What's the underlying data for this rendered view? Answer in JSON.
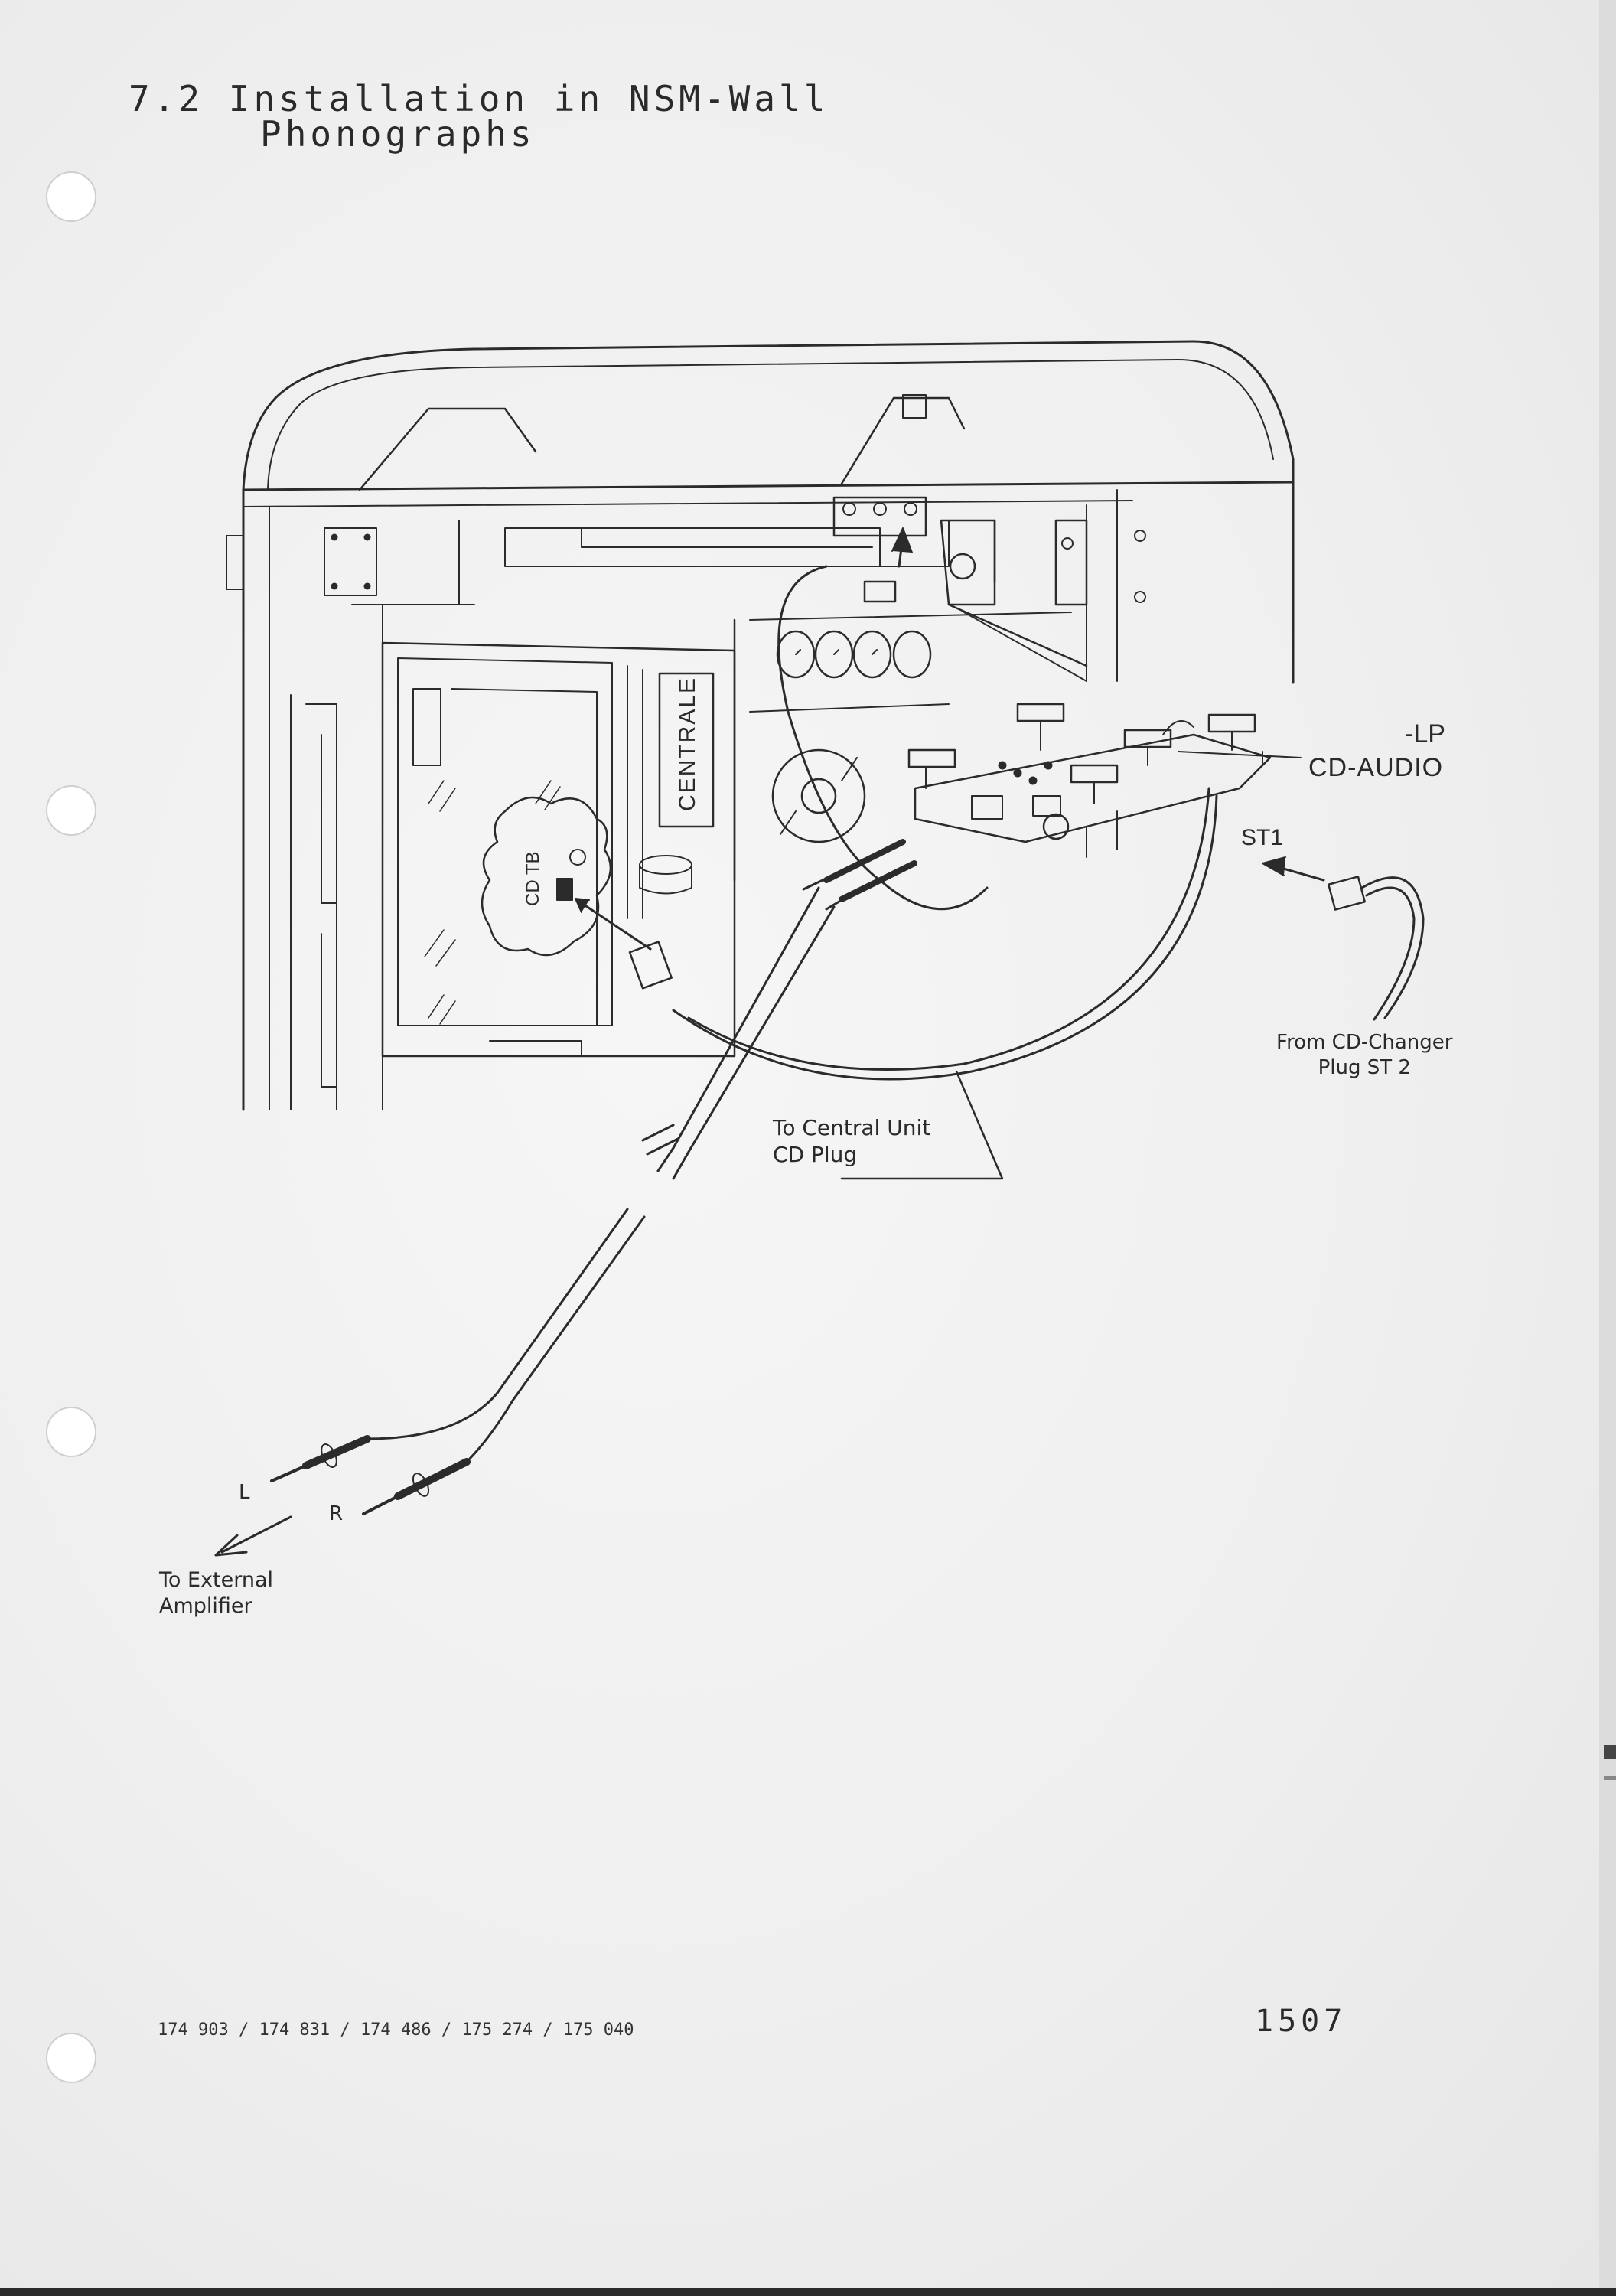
{
  "title": {
    "line1": "7.2 Installation in NSM-Wall",
    "line2": "Phonographs"
  },
  "diagram": {
    "labels": {
      "lp": "-LP",
      "cd_audio": "CD-AUDIO",
      "st1": "ST1",
      "from_changer": "From CD-Changer\nPlug ST 2",
      "central_unit": "To Central Unit\nCD Plug",
      "left": "L",
      "right": "R",
      "external_amp": "To External\nAmplifier",
      "centrale": "CENTRALE",
      "cd_tb": "CD TB"
    }
  },
  "footer": {
    "part_numbers": "174 903 / 174 831 / 174 486 / 175 274 / 175 040",
    "page_number": "1507"
  }
}
